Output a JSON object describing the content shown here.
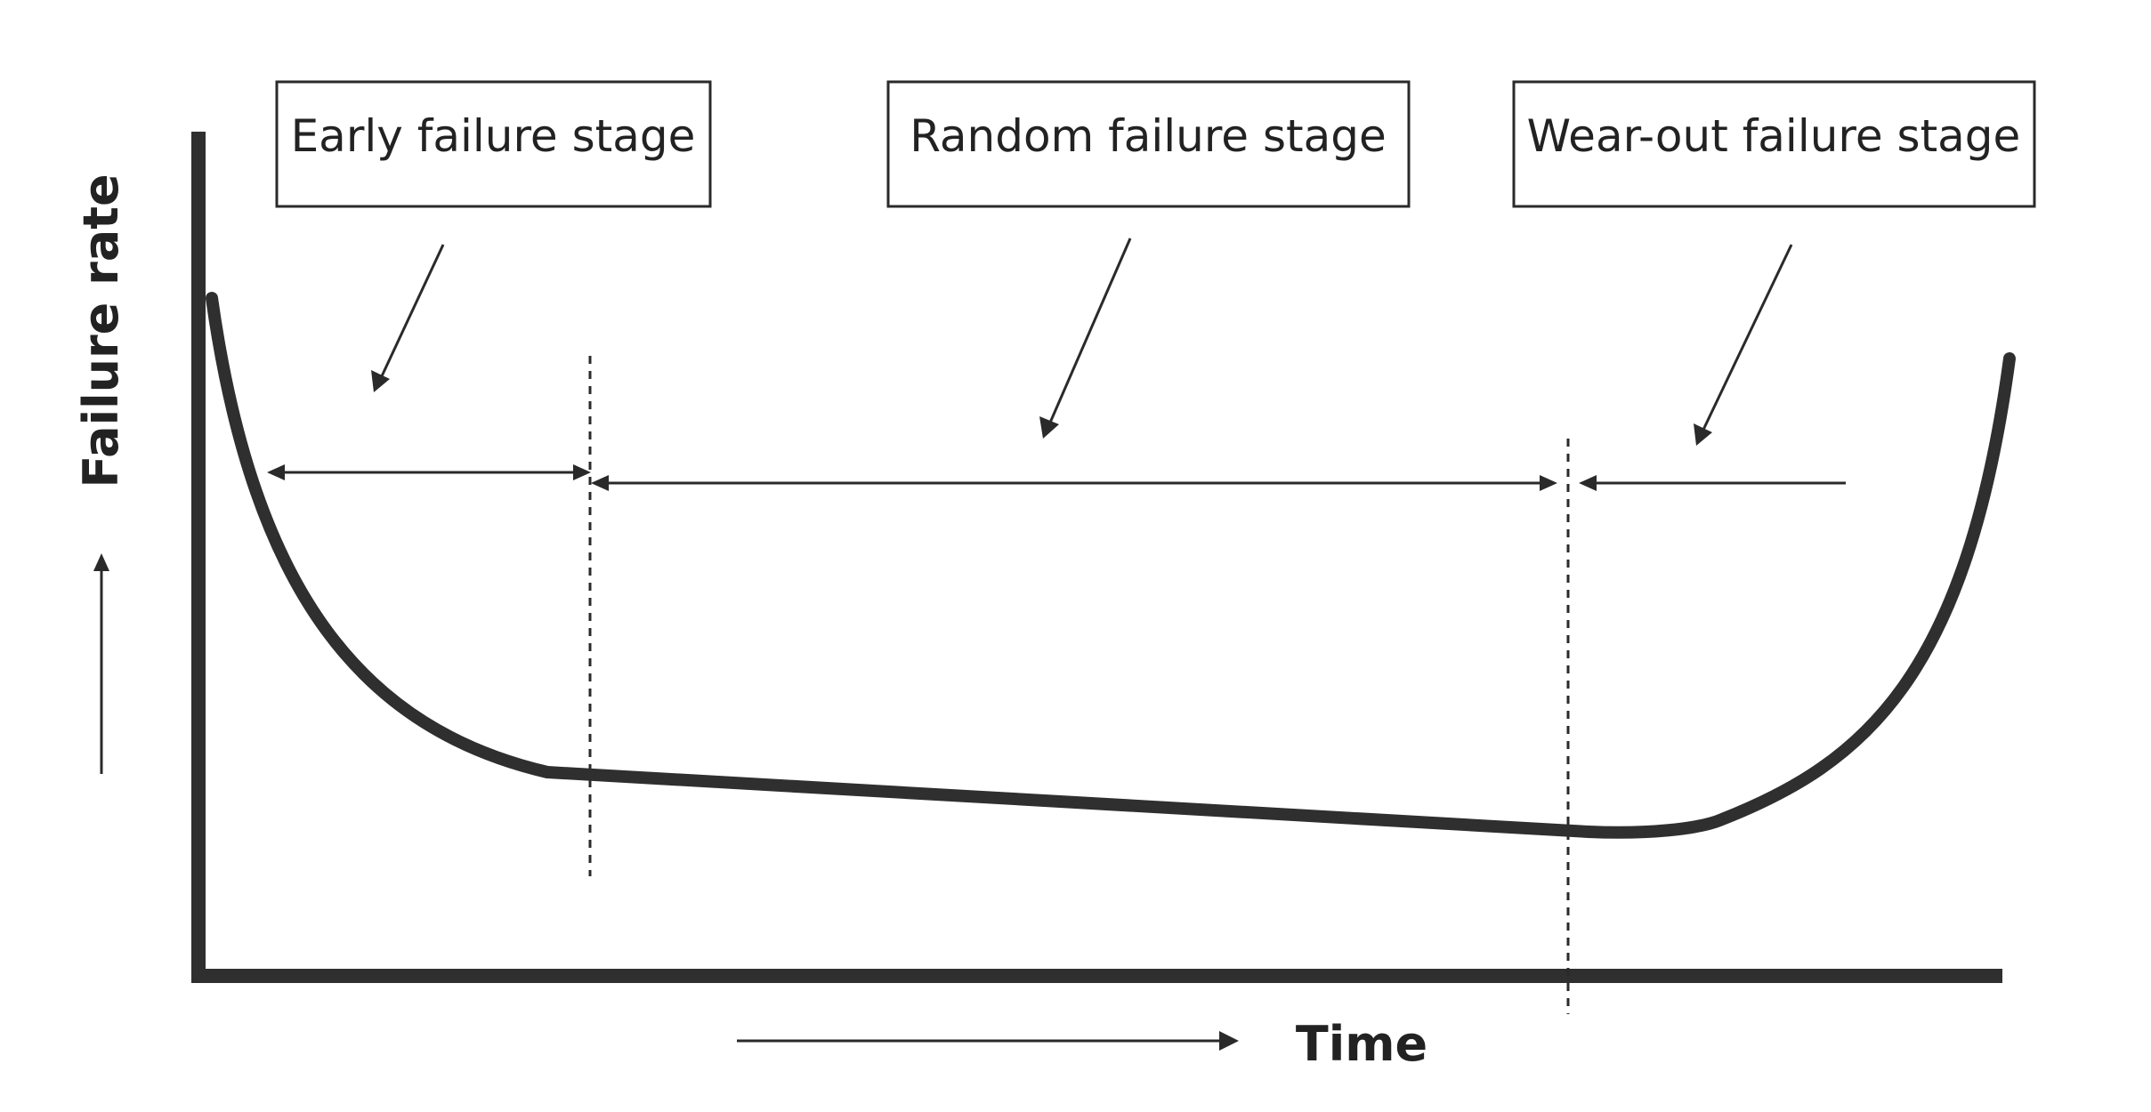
{
  "stages": {
    "early": "Early failure stage",
    "random": "Random failure stage",
    "wearout": "Wear-out failure stage"
  },
  "axes": {
    "y_label": "Failure rate",
    "x_label": "Time"
  },
  "colors": {
    "line": "#2f2f2f",
    "background": "#ffffff"
  }
}
